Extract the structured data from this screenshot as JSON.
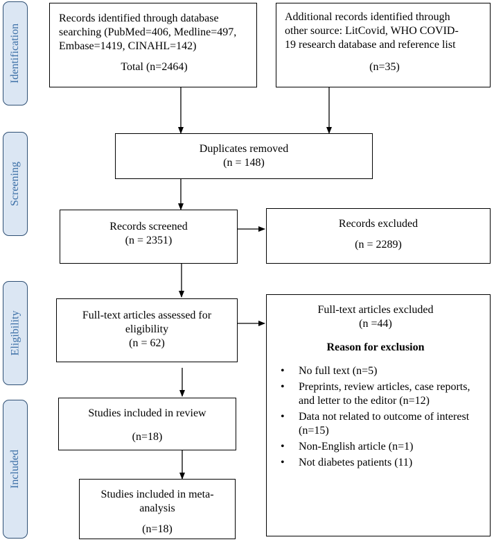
{
  "stages": {
    "identification": "Identification",
    "screening": "Screening",
    "eligibility": "Eligibility",
    "included": "Included"
  },
  "boxes": {
    "database": {
      "line1": "Records identified through database",
      "line2": "searching (PubMed=406, Medline=497,",
      "line3": "Embase=1419, CINAHL=142)",
      "total": "Total (n=2464)"
    },
    "additional": {
      "line1": "Additional records identified through",
      "line2": "other source: LitCovid, WHO COVID-",
      "line3": "19 research database and reference list",
      "count": "(n=35)"
    },
    "duplicates": {
      "label": "Duplicates removed",
      "count": "(n = 148)"
    },
    "screened": {
      "label": "Records screened",
      "count": "(n = 2351)"
    },
    "excluded": {
      "label": "Records excluded",
      "count": "(n = 2289)"
    },
    "fulltext": {
      "line1": "Full-text articles assessed for",
      "line2": "eligibility",
      "count": "(n = 62)"
    },
    "fulltext_excluded": {
      "label": "Full-text articles excluded",
      "count": "(n =44)",
      "reason_title": "Reason for exclusion",
      "reasons": [
        "No full text (n=5)",
        "Preprints, review articles, case reports, and letter to the editor (n=12)",
        "Data not related to outcome of interest (n=15)",
        "Non-English article (n=1)",
        "Not diabetes patients (11)"
      ]
    },
    "review": {
      "label": "Studies included in review",
      "count": "(n=18)"
    },
    "meta": {
      "line1": "Studies included in meta-",
      "line2": "analysis",
      "count": "(n=18)"
    }
  },
  "colors": {
    "stage_fill": "#dbe6f3",
    "stage_border": "#2e4f74",
    "stage_text": "#3a6ea6"
  }
}
